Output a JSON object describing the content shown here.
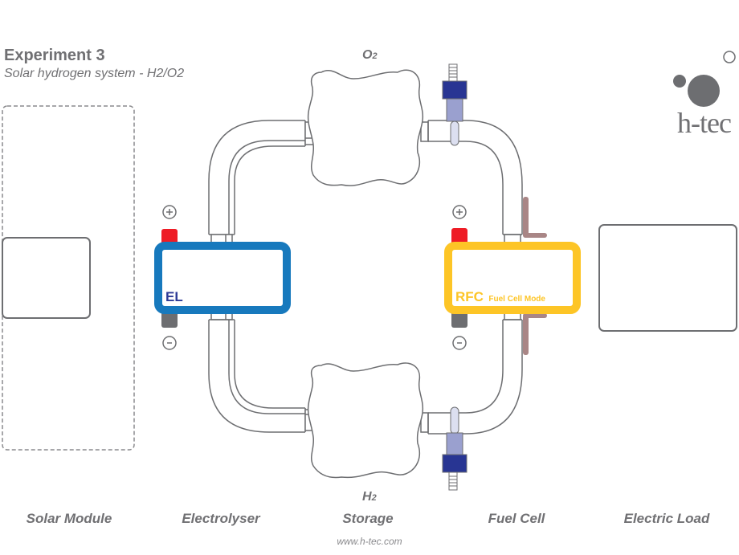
{
  "header": {
    "title": "Experiment 3",
    "subtitle": "Solar hydrogen system - H2/O2"
  },
  "logo": {
    "text": "h-tec"
  },
  "gases": {
    "top": {
      "symbol": "O",
      "subscript": "2"
    },
    "bottom": {
      "symbol": "H",
      "subscript": "2"
    }
  },
  "components": {
    "electrolyser": {
      "short": "EL",
      "color": "#1779bd",
      "label_color": "#2d3a96"
    },
    "fuel_cell": {
      "short": "RFC",
      "mode": "Fuel Cell Mode",
      "color": "#fdc526"
    }
  },
  "terminals": {
    "plus": "+",
    "minus": "-",
    "plus_color": "#ee1c25",
    "minus_color": "#6d6e71"
  },
  "bottom_labels": [
    "Solar Module",
    "Electrolyser",
    "Storage",
    "Fuel Cell",
    "Electric Load"
  ],
  "footer": {
    "url": "www.h-tec.com"
  },
  "colors": {
    "outline": "#6d6e71",
    "valve_dark": "#283593",
    "valve_mid": "#9aa0cf",
    "valve_light": "#dcdff0",
    "heater": "#a98686"
  }
}
